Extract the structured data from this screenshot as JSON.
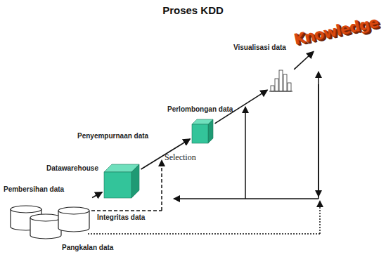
{
  "diagram": {
    "title": "Proses KDD",
    "nodes": [
      {
        "text": [
          "Pangkalan data"
        ]
      },
      {
        "text": [
          "Datawarehouse"
        ]
      },
      {
        "text": [
          "Perlombongan data"
        ]
      },
      {
        "text": [
          "Visualisasi data"
        ]
      },
      {
        "text": [
          "Knowledge"
        ]
      }
    ],
    "edges": [
      {
        "from": 0,
        "to": 1,
        "label": "Pembersihan data",
        "arrow": "to"
      },
      {
        "from": 1,
        "to": 2,
        "label": "Penyempurnaan data",
        "arrow": "to"
      },
      {
        "from": 2,
        "to": 3,
        "arrow": "to"
      },
      {
        "from": 3,
        "to": 4,
        "arrow": "to"
      }
    ],
    "labels": [
      "Selection",
      "Integritas data"
    ]
  }
}
